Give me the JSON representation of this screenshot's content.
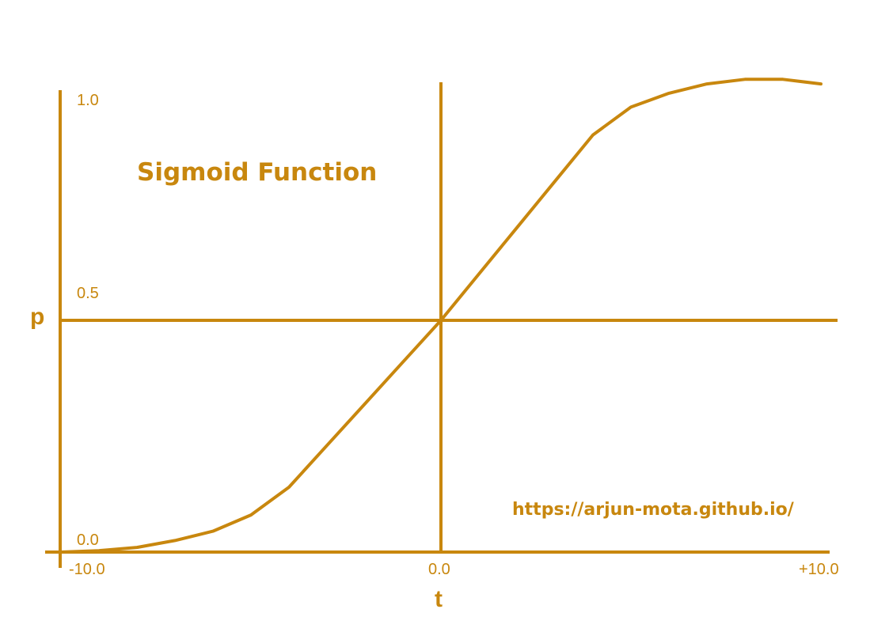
{
  "accent_color": "#c8870e",
  "background_color": "#ffffff",
  "chart_data": {
    "type": "line",
    "title": "Sigmoid Function",
    "xlabel": "t",
    "ylabel": "p",
    "xlim": [
      -10.0,
      10.0
    ],
    "ylim": [
      0.0,
      1.0
    ],
    "x_tick_labels": [
      "-10.0",
      "0.0",
      "+10.0"
    ],
    "y_tick_labels": [
      "0.0",
      "0.5",
      "1.0"
    ],
    "reference_lines": {
      "horizontal_at_p": 0.5,
      "vertical_at_t": 0.0
    },
    "grid": false,
    "series": [
      {
        "x": [
          -10,
          -9,
          -8,
          -7,
          -6,
          -5,
          -4,
          -3,
          -2,
          -1,
          0,
          1,
          2,
          3,
          4,
          5,
          6,
          7,
          8,
          9,
          10
        ],
        "values": [
          0.0,
          0.003,
          0.01,
          0.025,
          0.045,
          0.08,
          0.14,
          0.23,
          0.32,
          0.41,
          0.5,
          0.6,
          0.7,
          0.8,
          0.9,
          0.96,
          0.99,
          1.01,
          1.02,
          1.02,
          1.01
        ]
      }
    ],
    "annotation": "https://arjun-mota.github.io/"
  }
}
